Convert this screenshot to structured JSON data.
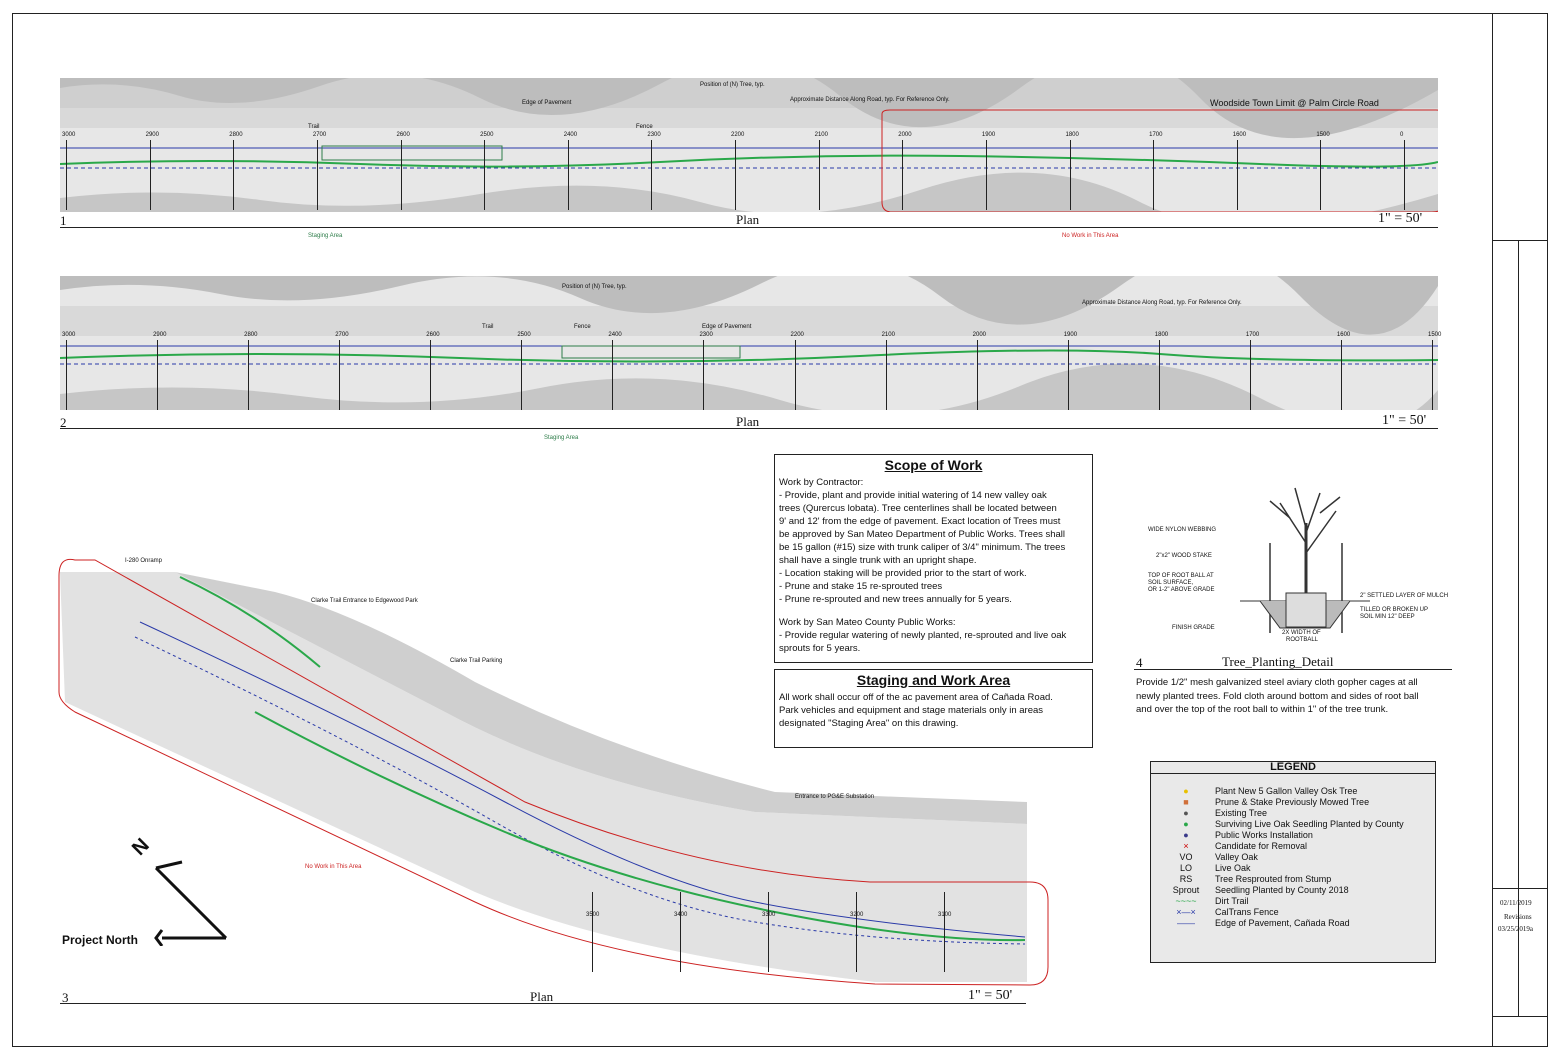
{
  "plans": [
    {
      "number": "1",
      "caption": "Plan",
      "scale": "1\"   = 50'",
      "annotations": {
        "staging": "Staging Area",
        "no_work": "No Work in This Area",
        "edge": "Edge of Pavement",
        "trail": "Trail",
        "fence": "Fence",
        "position": "Position of (N) Tree, typ.",
        "approx": "Approximate Distance Along Road, typ. For Reference Only.",
        "town_limit": "Woodside Town Limit @ Palm Circle Road"
      },
      "stations": [
        "3000",
        "2900",
        "2800",
        "2700",
        "2600",
        "2500",
        "2400",
        "2300",
        "2200",
        "2100",
        "2000",
        "1900",
        "1800",
        "1700",
        "1600",
        "1500",
        "0"
      ]
    },
    {
      "number": "2",
      "caption": "Plan",
      "scale": "1\"   = 50'",
      "annotations": {
        "staging": "Staging Area",
        "edge": "Edge of Pavement",
        "trail": "Trail",
        "fence": "Fence",
        "position": "Position of (N) Tree, typ.",
        "approx": "Approximate Distance Along Road, typ. For Reference Only."
      },
      "stations": [
        "3000",
        "2900",
        "2800",
        "2700",
        "2600",
        "2500",
        "2400",
        "2300",
        "2200",
        "2100",
        "2000",
        "1900",
        "1800",
        "1700",
        "1600",
        "1500"
      ]
    },
    {
      "number": "3",
      "caption": "Plan",
      "scale": "1\"   = 50'",
      "annotations": {
        "onramp": "I-280 Onramp",
        "trail_entrance": "Clarke Trail Entrance to Edgewood Park",
        "parking": "Clarke Trail Parking",
        "pge": "Entrance to PG&E Substation",
        "no_work": "No Work in This Area",
        "north_label": "Project North",
        "north_letter": "N"
      },
      "stations": [
        "3500",
        "3400",
        "3300",
        "3200",
        "3100"
      ]
    }
  ],
  "scope": {
    "title": "Scope of Work",
    "contractor_heading": "Work by Contractor:",
    "contractor_lines": [
      "- Provide, plant and provide initial watering of 14 new valley oak",
      "trees (Qurercus lobata).  Tree centerlines shall be located between",
      "9' and 12' from the edge of pavement.  Exact location of Trees must",
      "be approved by San Mateo Department of Public Works.  Trees shall",
      "be 15 gallon (#15) size with trunk caliper of 3/4\" minimum.  The trees",
      "shall have a single trunk with an upright shape.",
      "- Location staking will be provided prior to the start of work.",
      "- Prune and stake 15 re-sprouted trees",
      "- Prune re-sprouted and new trees annually for 5 years."
    ],
    "county_heading": "Work by San Mateo County Public Works:",
    "county_lines": [
      "- Provide regular watering of newly planted, re-sprouted and live oak",
      "sprouts for 5 years."
    ]
  },
  "staging": {
    "title": "Staging and Work Area",
    "lines": [
      "All work shall occur off of the ac pavement area of Cañada Road.",
      "Park vehicles and equipment and stage materials only in areas",
      "designated \"Staging Area\" on this drawing."
    ]
  },
  "detail": {
    "number": "4",
    "caption": "Tree_Planting_Detail",
    "labels": [
      "WIDE NYLON WEBBING",
      "2\"x2\" WOOD STAKE",
      "TOP OF ROOT BALL AT",
      "SOIL SURFACE,",
      "OR 1-2\" ABOVE GRADE",
      "FINISH GRADE",
      "2\" SETTLED LAYER OF MULCH",
      "TILLED OR BROKEN UP",
      "SOIL MIN 12\" DEEP",
      "2X WIDTH OF",
      "ROOTBALL"
    ],
    "note_lines": [
      "Provide 1/2\" mesh galvanized steel aviary cloth gopher cages at all",
      "newly planted trees.  Fold cloth around bottom and sides of root ball",
      "and over the top of the root ball to within 1\" of the tree trunk."
    ]
  },
  "legend": {
    "title": "LEGEND",
    "items": [
      {
        "symbol": "●",
        "color": "#e8c000",
        "text": "Plant New 5 Gallon Valley Osk Tree"
      },
      {
        "symbol": "■",
        "color": "#d0703a",
        "text": "Prune & Stake Previously Mowed Tree"
      },
      {
        "symbol": "●",
        "color": "#555555",
        "text": "Existing Tree"
      },
      {
        "symbol": "●",
        "color": "#2aa84a",
        "text": "Surviving Live Oak Seedling Planted by County"
      },
      {
        "symbol": "●",
        "color": "#3a3a8a",
        "text": "Public Works Installation"
      },
      {
        "symbol": "×",
        "color": "#cc0000",
        "text": "Candidate for Removal"
      },
      {
        "symbol": "VO",
        "color": "#111111",
        "text": "Valley Oak"
      },
      {
        "symbol": "LO",
        "color": "#111111",
        "text": "Live Oak"
      },
      {
        "symbol": "RS",
        "color": "#111111",
        "text": "Tree Resprouted from Stump"
      },
      {
        "symbol": "Sprout",
        "color": "#111111",
        "text": "Seedling Planted by County 2018"
      },
      {
        "symbol": "~~~~",
        "color": "#2aa84a",
        "text": "Dirt Trail"
      },
      {
        "symbol": "×—×",
        "color": "#2a3aa8",
        "text": "CalTrans Fence"
      },
      {
        "symbol": "——",
        "color": "#2a3aa8",
        "text": "Edge of Pavement, Cañada Road"
      }
    ]
  },
  "titleblock": {
    "date": "02/11/2019",
    "revisions_label": "Revisions",
    "revision_date": "03/25/2019a"
  }
}
